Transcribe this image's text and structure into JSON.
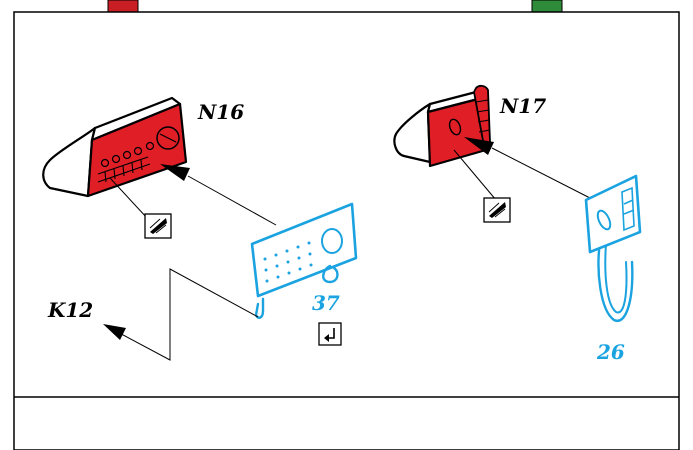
{
  "labels": {
    "left_part": "N16",
    "right_part": "N17",
    "reference": "K12",
    "left_photoetch": "37",
    "right_photoetch": "26"
  },
  "colors": {
    "part_red": "#e01e25",
    "photoetch_blue": "#1aa3e0",
    "line_black": "#000000",
    "tab_red": "#c81e24",
    "tab_green": "#2e8b3a",
    "panel_white": "#ffffff"
  },
  "icons": {
    "left_decal_icon": "decal-sheet-icon",
    "right_decal_icon": "decal-sheet-icon",
    "bend_icon": "bend-arrow-icon"
  }
}
